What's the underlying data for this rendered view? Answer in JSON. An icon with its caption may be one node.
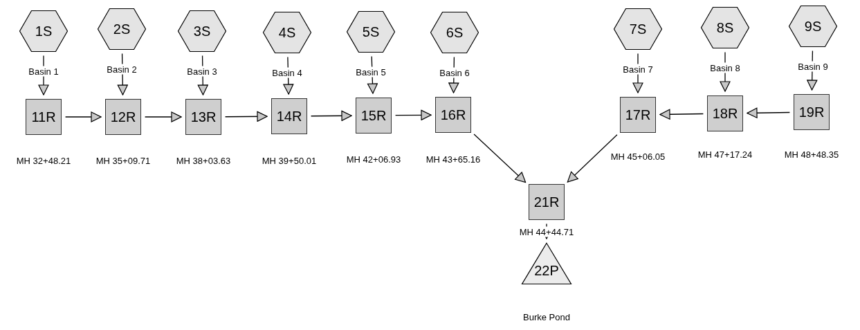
{
  "diagram": {
    "nodes": [
      {
        "text": [
          "1S"
        ],
        "beside": [
          "Basin 1"
        ]
      },
      {
        "text": [
          "2S"
        ],
        "beside": [
          "Basin 2"
        ]
      },
      {
        "text": [
          "3S"
        ],
        "beside": [
          "Basin 3"
        ]
      },
      {
        "text": [
          "4S"
        ],
        "beside": [
          "Basin 4"
        ]
      },
      {
        "text": [
          "5S"
        ],
        "beside": [
          "Basin 5"
        ]
      },
      {
        "text": [
          "6S"
        ],
        "beside": [
          "Basin 6"
        ]
      },
      {
        "text": [
          "7S"
        ],
        "beside": [
          "Basin 7"
        ]
      },
      {
        "text": [
          "8S"
        ],
        "beside": [
          "Basin 8"
        ]
      },
      {
        "text": [
          "9S"
        ],
        "beside": [
          "Basin 9"
        ]
      },
      {
        "text": [
          "11R"
        ],
        "beside": [
          "MH 32+48.21"
        ]
      },
      {
        "text": [
          "12R"
        ],
        "beside": [
          "MH 35+09.71"
        ]
      },
      {
        "text": [
          "13R"
        ],
        "beside": [
          "MH 38+03.63"
        ]
      },
      {
        "text": [
          "14R"
        ],
        "beside": [
          "MH 39+50.01"
        ]
      },
      {
        "text": [
          "15R"
        ],
        "beside": [
          "MH 42+06.93"
        ]
      },
      {
        "text": [
          "16R"
        ],
        "beside": [
          "MH 43+65.16"
        ]
      },
      {
        "text": [
          "17R"
        ],
        "beside": [
          "MH 45+06.05"
        ]
      },
      {
        "text": [
          "18R"
        ],
        "beside": [
          "MH 47+17.24"
        ]
      },
      {
        "text": [
          "19R"
        ],
        "beside": [
          "MH 48+48.35"
        ]
      },
      {
        "text": [
          "21R"
        ]
      },
      {
        "text": [
          "22P"
        ],
        "beside": [
          "Burke Pond"
        ]
      }
    ],
    "edges": [
      {
        "from": 0,
        "to": 9,
        "arrow": "to"
      },
      {
        "from": 1,
        "to": 10,
        "arrow": "to"
      },
      {
        "from": 2,
        "to": 11,
        "arrow": "to"
      },
      {
        "from": 3,
        "to": 12,
        "arrow": "to"
      },
      {
        "from": 4,
        "to": 13,
        "arrow": "to"
      },
      {
        "from": 5,
        "to": 14,
        "arrow": "to"
      },
      {
        "from": 6,
        "to": 15,
        "arrow": "to"
      },
      {
        "from": 7,
        "to": 16,
        "arrow": "to"
      },
      {
        "from": 8,
        "to": 17,
        "arrow": "to"
      },
      {
        "from": 9,
        "to": 10,
        "arrow": "to"
      },
      {
        "from": 10,
        "to": 11,
        "arrow": "to"
      },
      {
        "from": 11,
        "to": 12,
        "arrow": "to"
      },
      {
        "from": 12,
        "to": 13,
        "arrow": "to"
      },
      {
        "from": 13,
        "to": 14,
        "arrow": "to"
      },
      {
        "from": 17,
        "to": 16,
        "arrow": "to"
      },
      {
        "from": 16,
        "to": 15,
        "arrow": "to"
      },
      {
        "from": 14,
        "to": 18,
        "arrow": "to"
      },
      {
        "from": 15,
        "to": 18,
        "arrow": "to"
      },
      {
        "from": 18,
        "to": 19,
        "arrow": "to",
        "label": "MH 44+44.71"
      }
    ]
  }
}
